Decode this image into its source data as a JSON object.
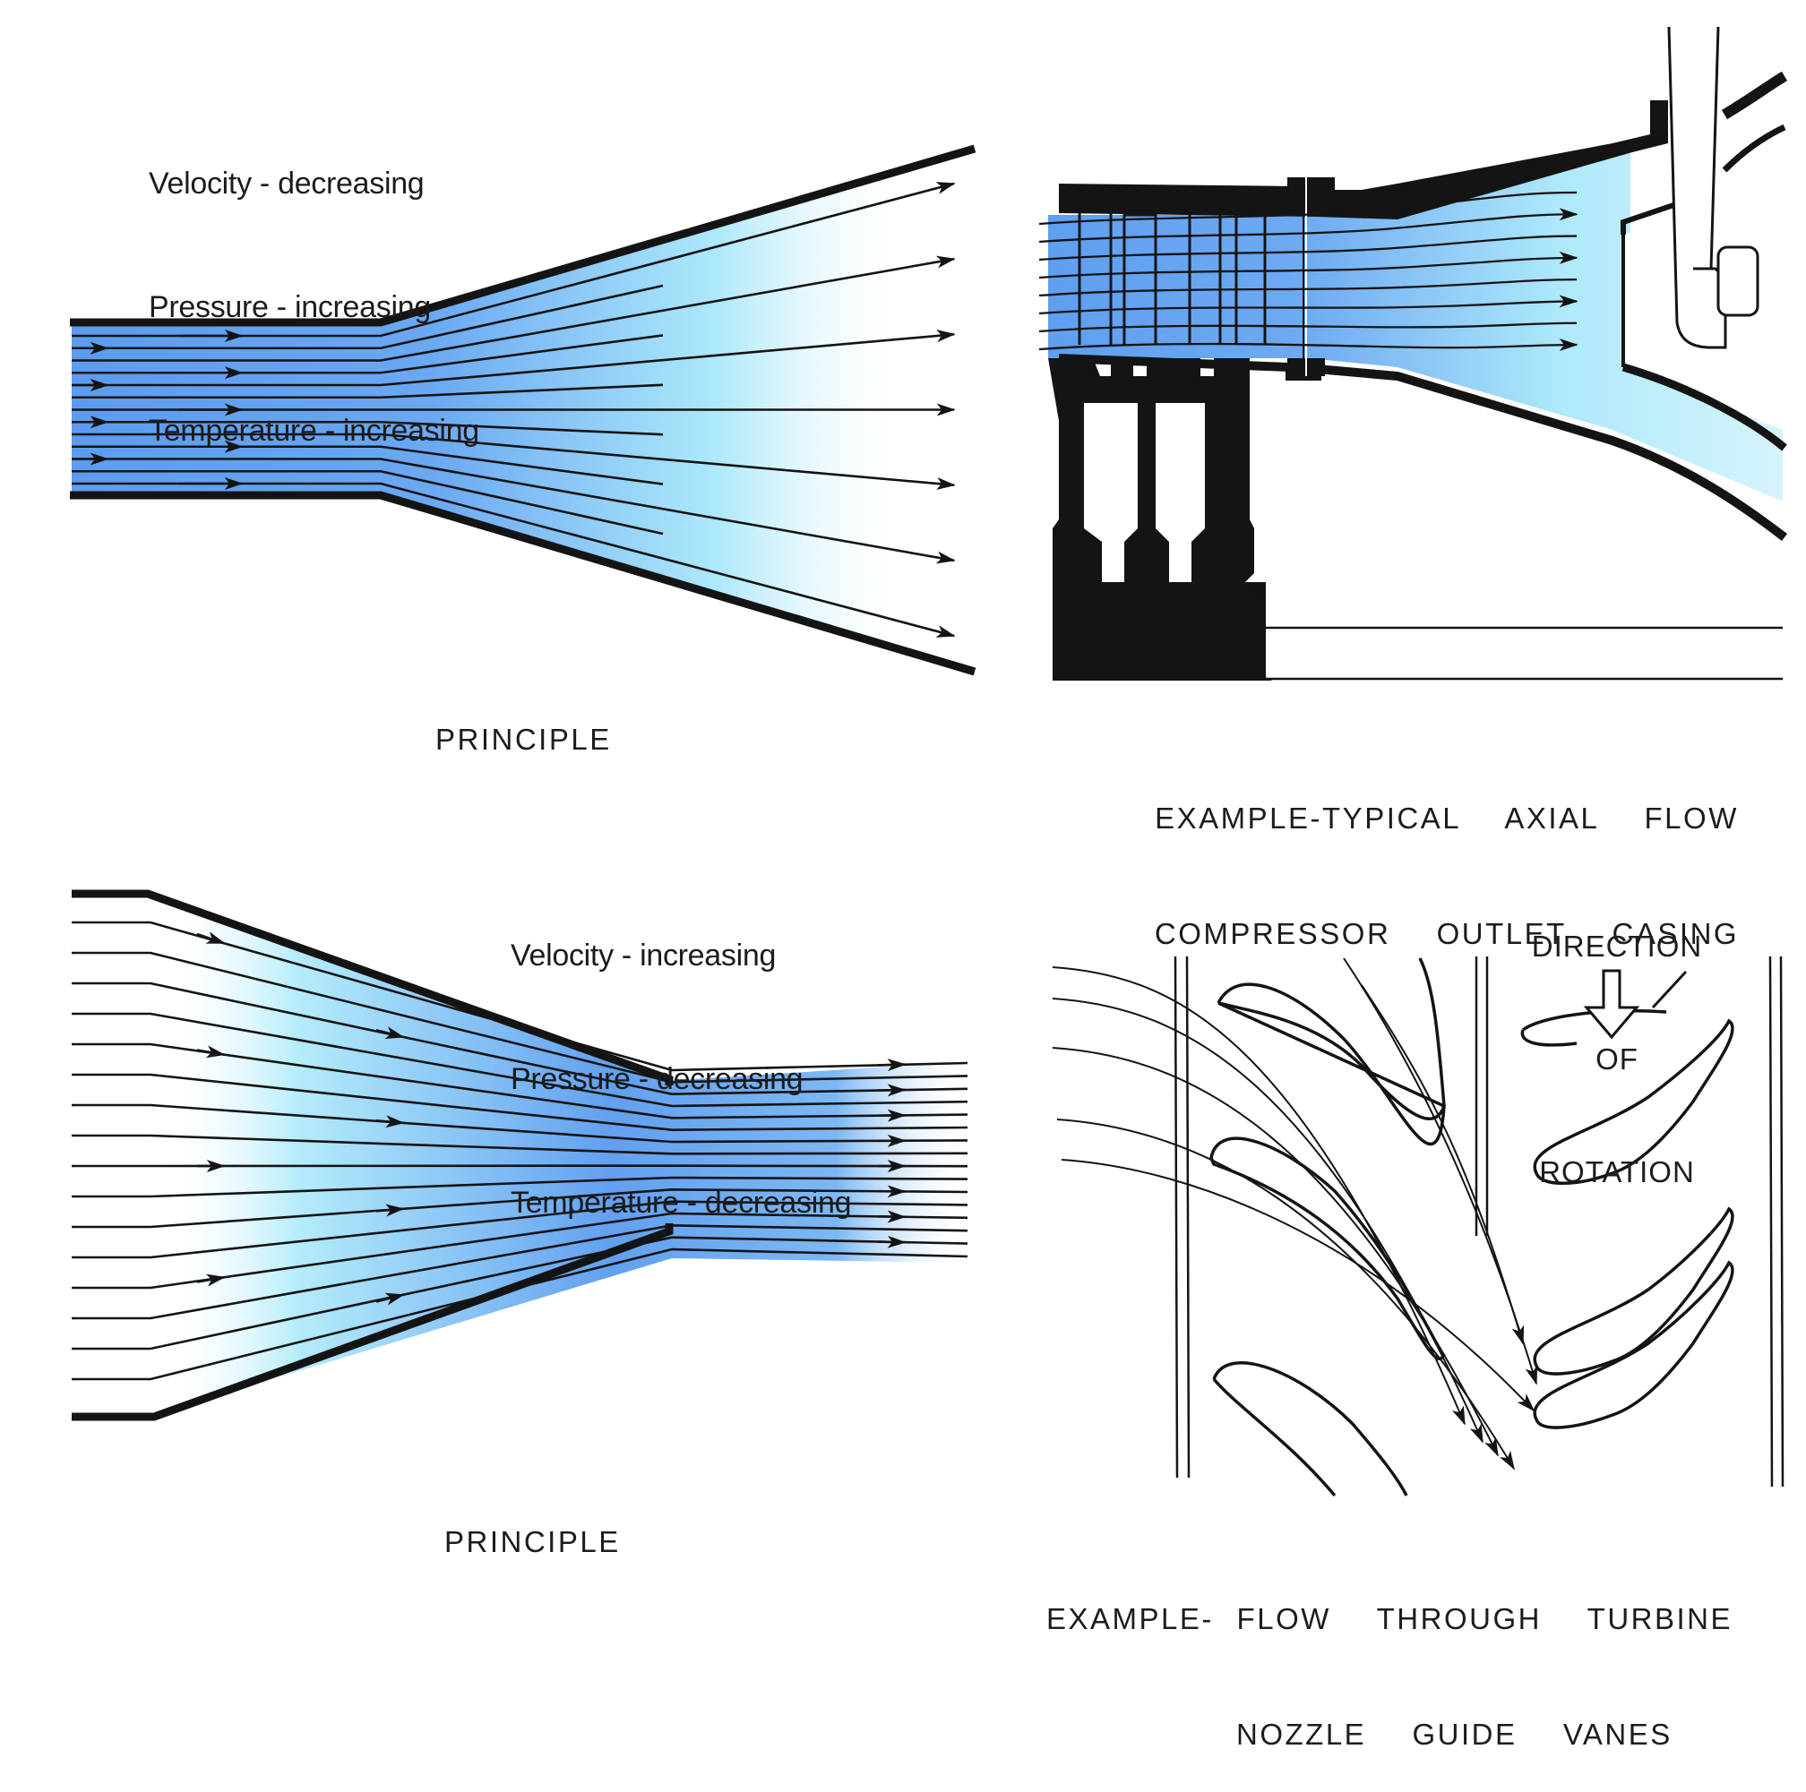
{
  "figure": {
    "panels": [
      {
        "id": "diffuser-principle",
        "properties": [
          "Velocity - decreasing",
          "Pressure - increasing",
          "Temperature - increasing"
        ],
        "caption": "PRINCIPLE"
      },
      {
        "id": "compressor-outlet-casing",
        "caption_lines": [
          "EXAMPLE-TYPICAL  AXIAL  FLOW",
          "COMPRESSOR  OUTLET  CASING"
        ]
      },
      {
        "id": "nozzle-principle",
        "properties": [
          "Velocity - increasing",
          "Pressure - decreasing",
          "Temperature - decreasing"
        ],
        "caption": "PRINCIPLE"
      },
      {
        "id": "turbine-nozzle-guide-vanes",
        "rotation_label": [
          "DIRECTION",
          "OF",
          "ROTATION"
        ],
        "caption_lines": [
          "EXAMPLE- FLOW  THROUGH  TURBINE",
          "NOZZLE  GUIDE  VANES"
        ]
      }
    ],
    "colors": {
      "flow_blue": "#5c9cf0",
      "flow_cyan": "#aee9fb",
      "outline": "#141414",
      "background": "#ffffff"
    }
  }
}
